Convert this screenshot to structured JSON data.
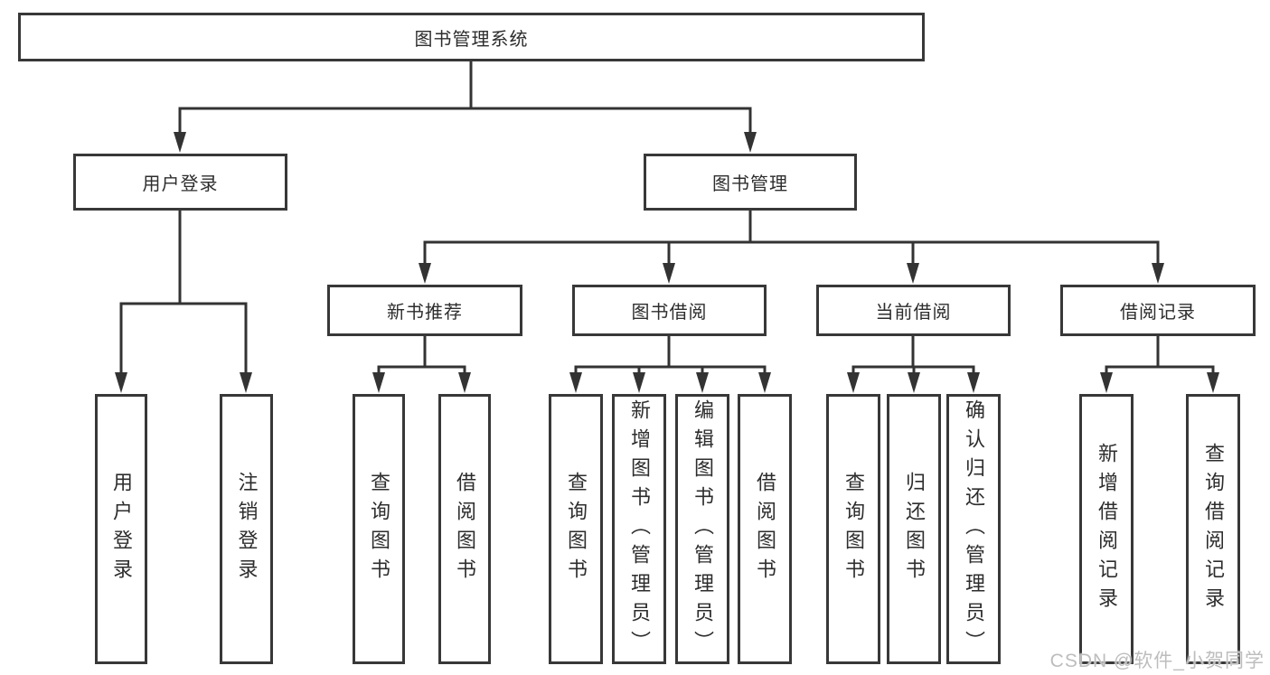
{
  "tree": {
    "root": {
      "label": "图书管理系统"
    },
    "branches": [
      {
        "label": "用户登录",
        "children": [
          "用户登录",
          "注销登录"
        ]
      },
      {
        "label": "图书管理",
        "groups": [
          {
            "label": "新书推荐",
            "children": [
              "查询图书",
              "借阅图书"
            ]
          },
          {
            "label": "图书借阅",
            "children": [
              "查询图书",
              "新增图书（管理员）",
              "编辑图书（管理员）",
              "借阅图书"
            ]
          },
          {
            "label": "当前借阅",
            "children": [
              "查询图书",
              "归还图书",
              "确认归还（管理员）"
            ]
          },
          {
            "label": "借阅记录",
            "children": [
              "新增借阅记录",
              "查询借阅记录"
            ]
          }
        ]
      }
    ]
  },
  "watermark": {
    "text": "CSDN @软件_小贺同学"
  },
  "colors": {
    "line": "#333333",
    "box_border": "#383838",
    "text": "#2d2d2d",
    "watermark": "#bdbdbd",
    "background": "#ffffff"
  }
}
